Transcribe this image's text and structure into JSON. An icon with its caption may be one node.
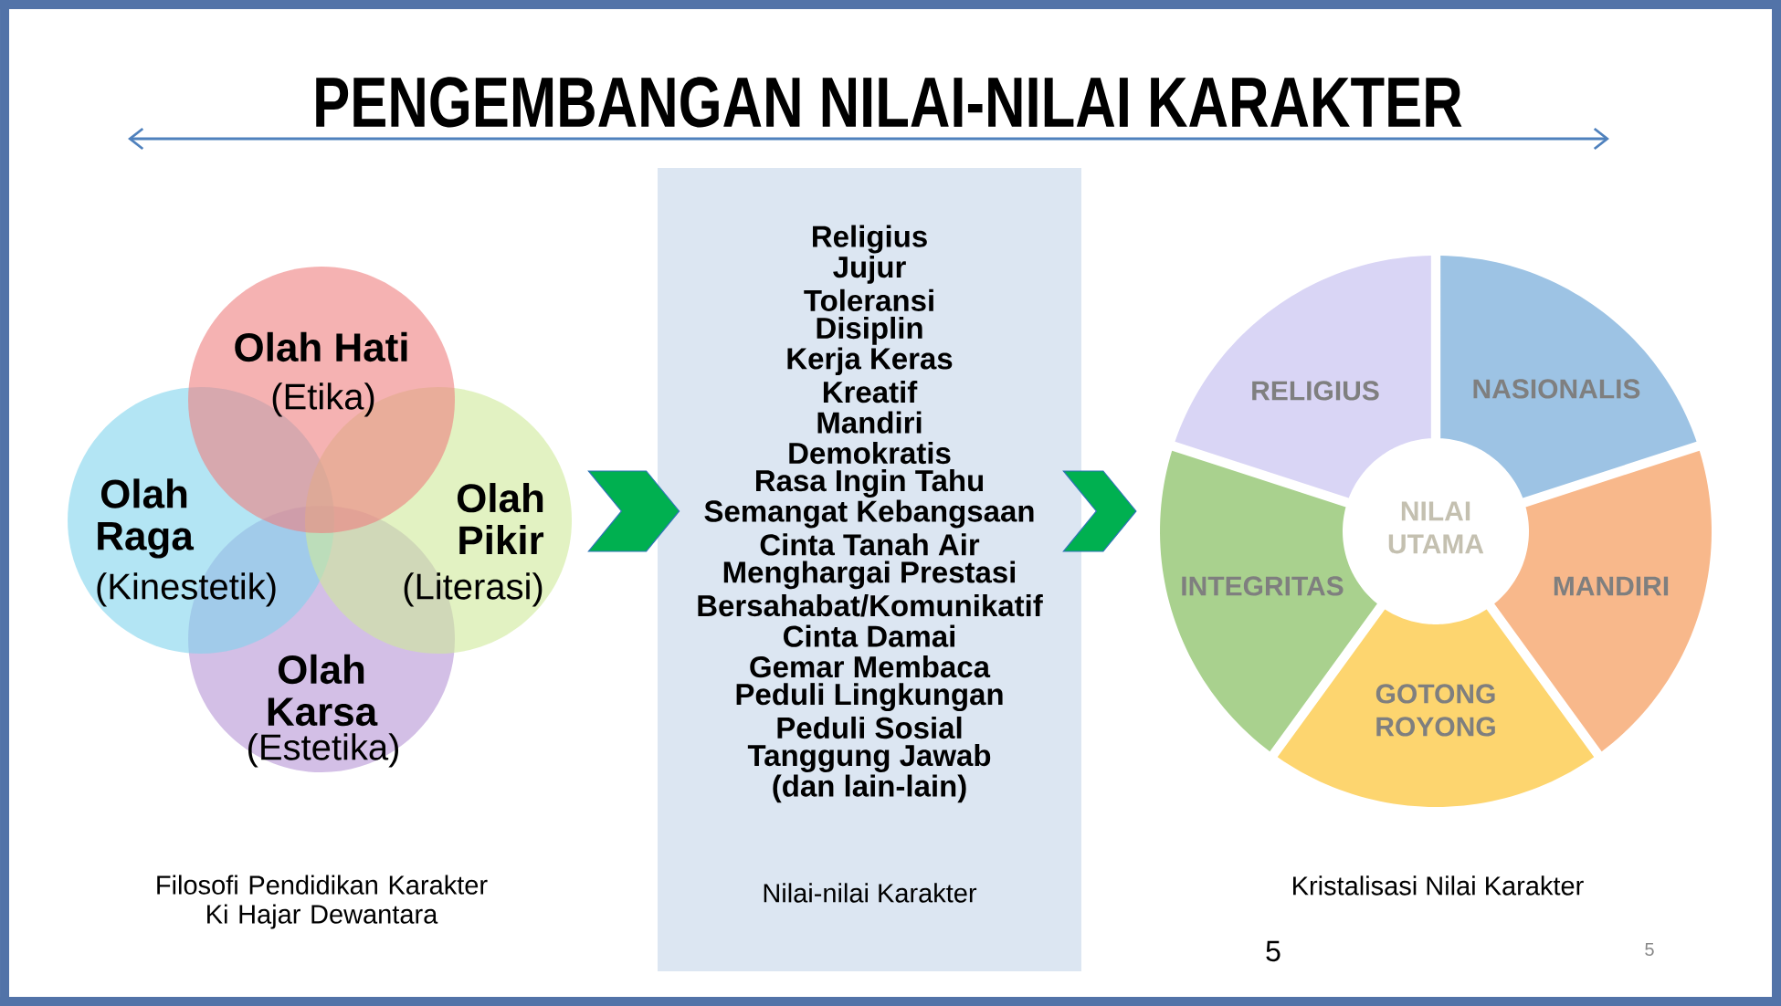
{
  "diagram": {
    "title": "PENGEMBANGAN NILAI-NILAI KARAKTER",
    "nodes": [
      {
        "text": [
          "Olah Hati",
          "(Etika)"
        ]
      },
      {
        "text": [
          "Olah Raga",
          "(Kinestetik)"
        ]
      },
      {
        "text": [
          "Olah Pikir",
          "(Literasi)"
        ]
      },
      {
        "text": [
          "Olah Karsa",
          "(Estetika)"
        ]
      },
      {
        "text": [
          "Religius",
          "Jujur",
          "Toleransi",
          "Disiplin",
          "Kerja Keras",
          "Kreatif",
          "Mandiri",
          "Demokratis",
          "Rasa Ingin Tahu",
          "Semangat Kebangsaan",
          "Cinta Tanah Air",
          "Menghargai Prestasi",
          "Bersahabat/Komunikatif",
          "Cinta Damai",
          "Gemar Membaca",
          "Peduli Lingkungan",
          "Peduli Sosial",
          "Tanggung Jawab",
          "(dan lain-lain)",
          "Nilai-nilai Karakter"
        ]
      },
      {
        "text": [
          "RELIGIUS"
        ]
      },
      {
        "text": [
          "NASIONALIS"
        ]
      },
      {
        "text": [
          "INTEGRITAS"
        ]
      },
      {
        "text": [
          "NILAI UTAMA"
        ]
      },
      {
        "text": [
          "MANDIRI"
        ]
      },
      {
        "text": [
          "GOTONG ROYONG"
        ]
      }
    ],
    "edges": [
      {
        "from": 2,
        "to": 4,
        "arrow": "to"
      },
      {
        "from": 4,
        "to": 7,
        "arrow": "to"
      }
    ],
    "labels": [
      "Filosofi Pendidikan Karakter Ki Hajar Dewantara",
      "Kristalisasi Nilai Karakter",
      "5",
      "5"
    ]
  }
}
